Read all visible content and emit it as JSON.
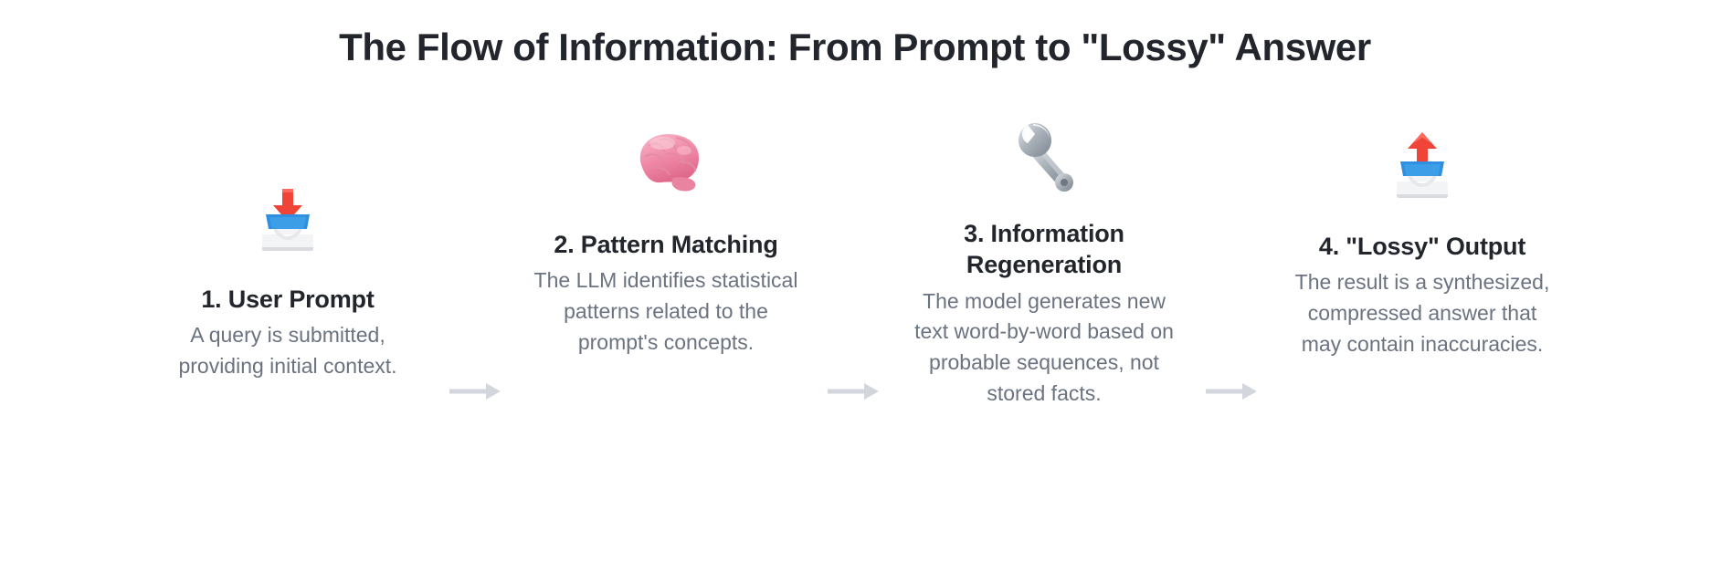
{
  "page": {
    "title": "The Flow of Information: From Prompt to \"Lossy\" Answer",
    "background_color": "#ffffff",
    "title_color": "#22262c",
    "body_text_color": "#6b7280",
    "arrow_color": "#d3d6dc"
  },
  "steps": [
    {
      "icon": "inbox-tray-emoji",
      "icon_glyph": "📥",
      "title": "1. User Prompt",
      "description": "A query is submitted, providing initial context."
    },
    {
      "icon": "brain-emoji",
      "icon_glyph": "🧠",
      "title": "2. Pattern Matching",
      "description": "The LLM identifies statistical patterns related to the prompt's concepts."
    },
    {
      "icon": "wrench-emoji",
      "icon_glyph": "🔧",
      "title": "3. Information Regeneration",
      "description": "The model generates new text word-by-word based on probable sequences, not stored facts."
    },
    {
      "icon": "outbox-tray-emoji",
      "icon_glyph": "📤",
      "title": "4. \"Lossy\" Output",
      "description": "The result is a synthesized, compressed answer that may contain inaccuracies."
    }
  ],
  "connectors": [
    {
      "name": "arrow-1-to-2",
      "glyph": "→"
    },
    {
      "name": "arrow-2-to-3",
      "glyph": "→"
    },
    {
      "name": "arrow-3-to-4",
      "glyph": "→"
    }
  ]
}
